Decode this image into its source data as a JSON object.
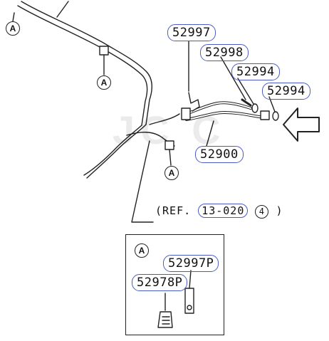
{
  "callouts": {
    "a1": "A",
    "a2": "A",
    "a3": "A",
    "a4": "A"
  },
  "parts": {
    "p52997": "52997",
    "p52998": "52998",
    "p52994a": "52994",
    "p52994b": "52994",
    "p52900": "52900",
    "p52997p": "52997P",
    "p52978p": "52978P"
  },
  "reference": {
    "prefix": "(REF.",
    "code": "13-020",
    "circle": "4",
    "suffix": ")"
  },
  "watermark": "JC C",
  "colors": {
    "outline": "#4a5bc4",
    "line": "#222222"
  },
  "icons": {
    "arrow": "hollow-left-arrow-icon"
  }
}
